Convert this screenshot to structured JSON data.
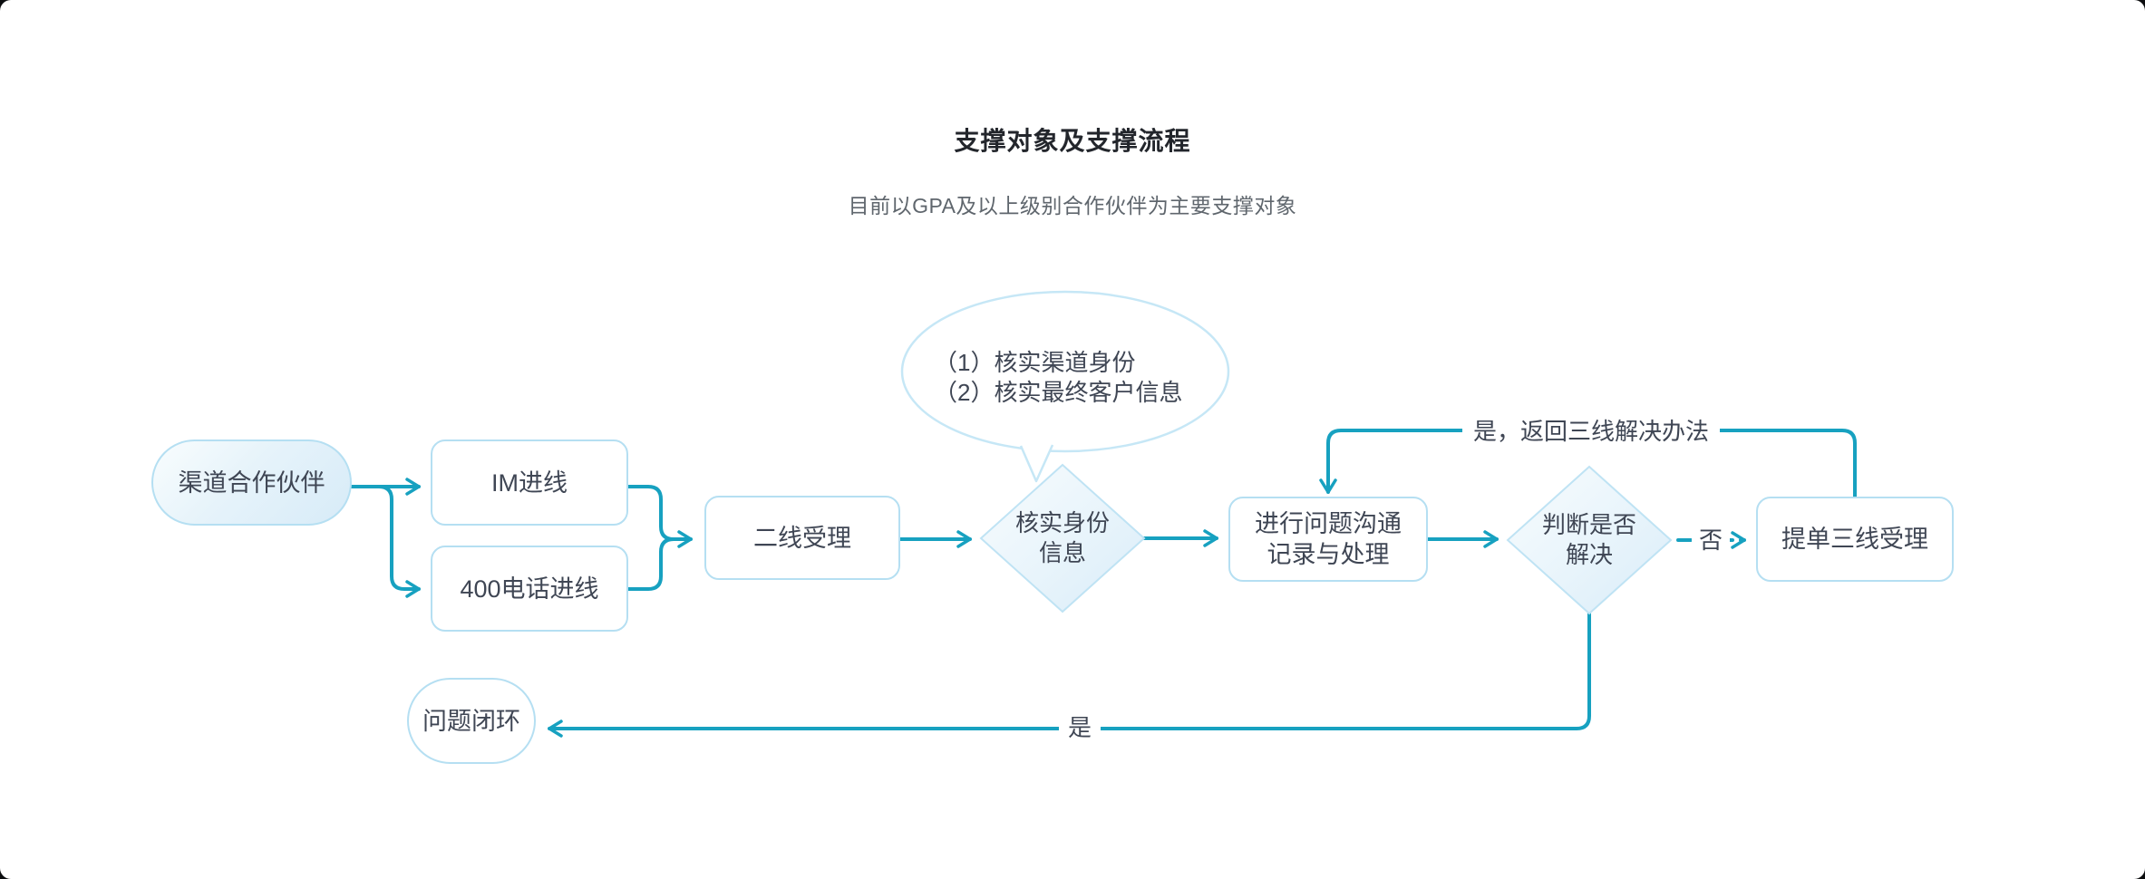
{
  "header": {
    "title": "支撑对象及支撑流程",
    "subtitle": "目前以GPA及以上级别合作伙伴为主要支撑对象"
  },
  "nodes": {
    "start": {
      "label": "渠道合作伙伴"
    },
    "im": {
      "label": "IM进线"
    },
    "phone400": {
      "label": "400电话进线"
    },
    "second_line": {
      "label": "二线受理"
    },
    "verify": {
      "line1": "核实身份",
      "line2": "信息"
    },
    "comm": {
      "line1": "进行问题沟通",
      "line2": "记录与处理"
    },
    "judge": {
      "line1": "判断是否",
      "line2": "解决"
    },
    "ticket": {
      "label": "提单三线受理"
    },
    "closed": {
      "label": "问题闭环"
    }
  },
  "callout": {
    "line1": "（1）核实渠道身份",
    "line2": "（2）核实最终客户信息"
  },
  "edge_labels": {
    "loop_back": "是，返回三线解决办法",
    "no": "否",
    "yes": "是"
  },
  "colors": {
    "connector": "#17a1c0",
    "node_border": "#b5dff2",
    "text": "#3f4654"
  }
}
